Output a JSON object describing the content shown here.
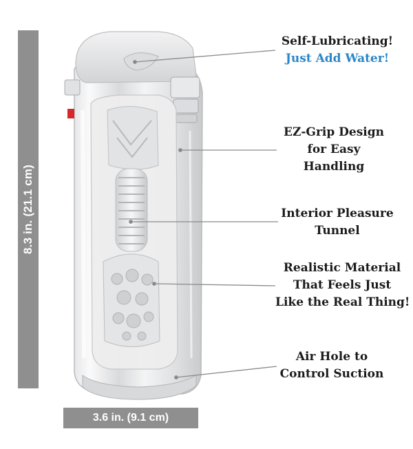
{
  "dimensions": {
    "height": "8.3 in. (21.1 cm)",
    "width": "3.6 in. (9.1 cm)"
  },
  "callouts": [
    {
      "lines": [
        "Self-Lubricating!",
        "Just Add Water!"
      ]
    },
    {
      "lines": [
        "EZ-Grip Design",
        "for Easy",
        "Handling"
      ]
    },
    {
      "lines": [
        "Interior Pleasure",
        "Tunnel"
      ]
    },
    {
      "lines": [
        "Realistic Material",
        "That Feels Just",
        "Like the Real Thing!"
      ]
    },
    {
      "lines": [
        "Air Hole to",
        "Control Suction"
      ]
    }
  ],
  "colors": {
    "dimension_bar": "#8f8f8f",
    "accent_text": "#2a86c8",
    "leader_line": "#8a8a8a"
  },
  "icons": {
    "product": "clear-sleeve-product-image"
  }
}
